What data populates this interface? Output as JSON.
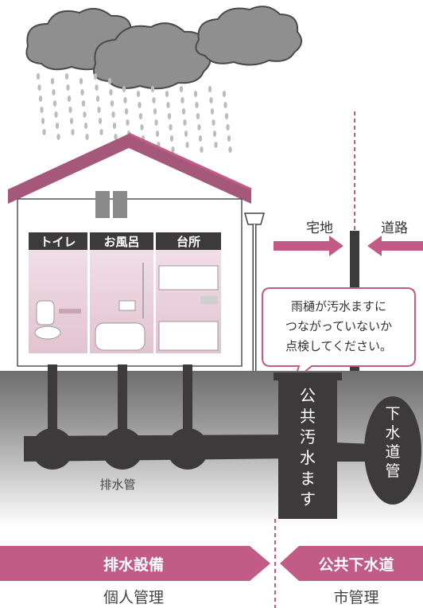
{
  "rooms": {
    "toilet": "トイレ",
    "bath": "お風呂",
    "kitchen": "台所"
  },
  "zones": {
    "private_land": "宅地",
    "road": "道路"
  },
  "callout": {
    "line1": "雨樋が汚水ますに",
    "line2": "つながっていないか",
    "line3": "点検してください。"
  },
  "labels": {
    "public_basin": [
      "公",
      "共",
      "汚",
      "水",
      "ま",
      "す"
    ],
    "sewer_pipe": [
      "下",
      "水",
      "道",
      "管"
    ],
    "drain_pipe": "排水管"
  },
  "bottom": {
    "left_banner": "排水設備",
    "right_banner": "公共下水道",
    "left_caption": "個人管理",
    "right_caption": "市管理"
  },
  "colors": {
    "accent_pink": "#c25b85",
    "dark": "#3d3a3b",
    "cloud": "#8f8f8f",
    "ground": "#7a7a7a"
  }
}
